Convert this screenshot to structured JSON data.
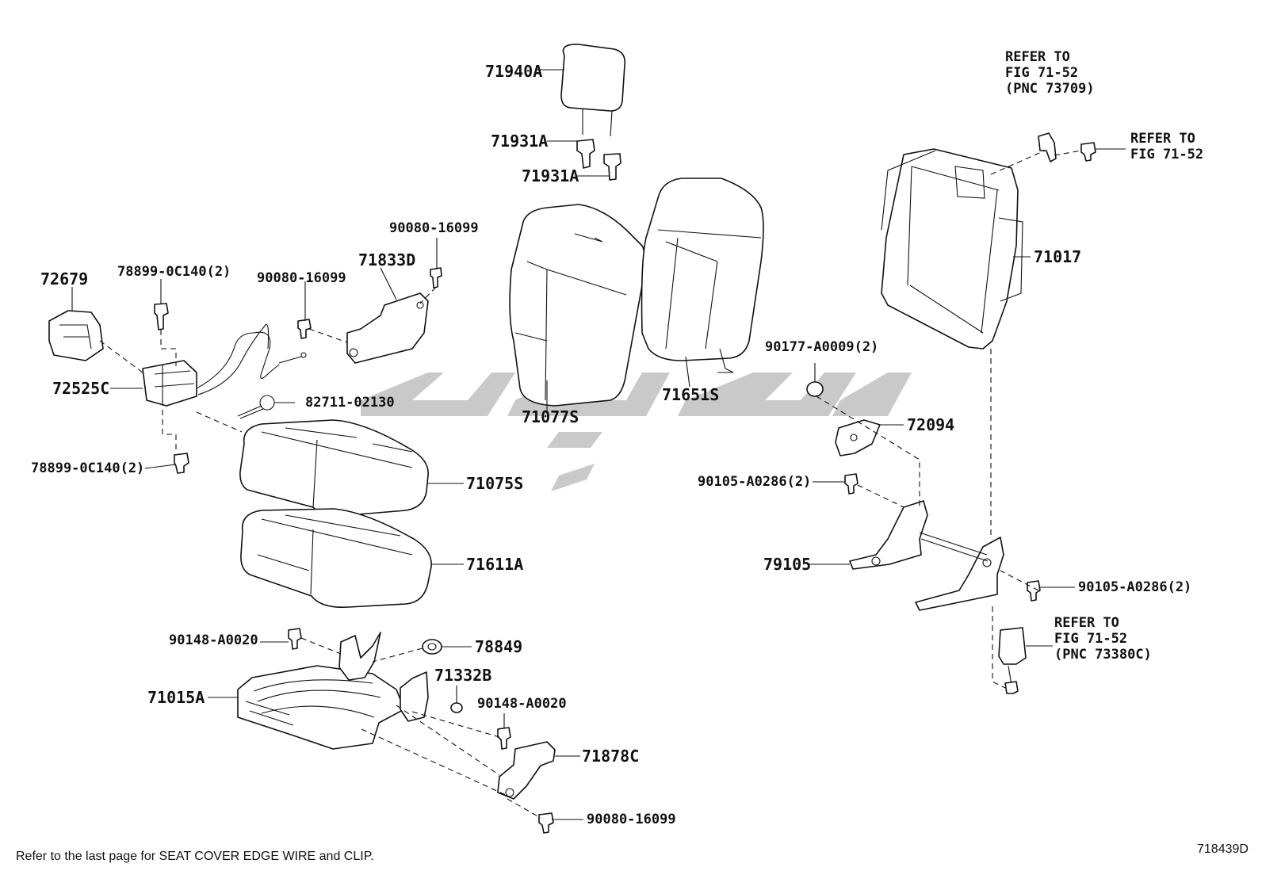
{
  "diagram": {
    "parts": {
      "headrest": "71940A",
      "headrest_support_a": "71931A",
      "headrest_support_b": "71931A",
      "hinge_cover": "71833D",
      "screw_hinge_cover": "90080-16099",
      "screw_side": "90080-16099",
      "bracket_72679": "72679",
      "screw_top": "78899-0C140(2)",
      "lock_72525c": "72525C",
      "screw_bottom": "78899-0C140(2)",
      "clamp": "82711-02130",
      "back_cover": "71077S",
      "back_pad": "71651S",
      "cushion_cover": "71075S",
      "cushion_pad": "71611A",
      "frame_back": "71017",
      "nut": "90177-A0009(2)",
      "hinge_72094": "72094",
      "bolt_79105": "90105-A0286(2)",
      "adjuster": "79105",
      "bolt_right": "90105-A0286(2)",
      "bolt_cushion_left": "90148-A0020",
      "grommet": "78849",
      "spacer": "71332B",
      "bolt_cushion_right": "90148-A0020",
      "cushion_frame": "71015A",
      "hinge_cover_lower": "71878C",
      "screw_lower": "90080-16099"
    },
    "references": {
      "top": "REFER TO\nFIG 71-52\n(PNC 73709)",
      "right": "REFER TO\nFIG 71-52",
      "belt": "REFER TO\nFIG 71-52\n(PNC 73380C)"
    },
    "footer_note": "Refer to the last page for SEAT COVER EDGE WIRE and CLIP.",
    "figure_code": "718439D"
  }
}
